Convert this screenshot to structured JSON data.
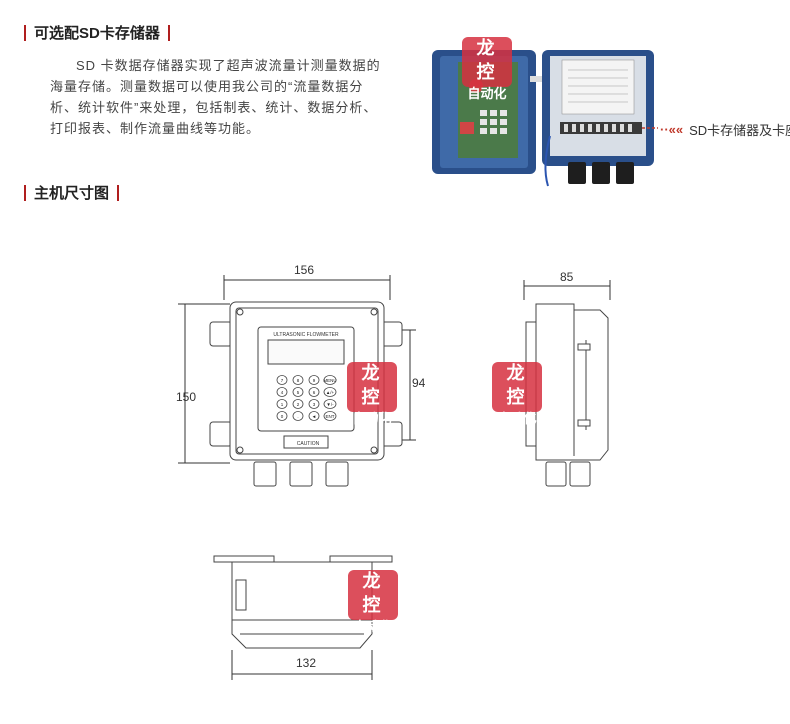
{
  "section1": {
    "title": "可选配SD卡存储器"
  },
  "section2": {
    "title": "主机尺寸图"
  },
  "description": "SD 卡数据存储器实现了超声波流量计测量数据的海量存储。测量数据可以使用我公司的“流量数据分析、统计软件”来处理，包括制表、统计、数据分析、打印报表、制作流量曲线等功能。",
  "callout": {
    "label": "SD卡存储器及卡座"
  },
  "dimensions": {
    "front_width": "156",
    "front_height": "150",
    "front_inner_height": "94",
    "side_depth": "85",
    "bottom_width": "132"
  },
  "device": {
    "panel_label": "ULTRASONIC FLOWMETER",
    "caution_label": "CAUTION"
  },
  "keypad": [
    "7",
    "8",
    "9",
    "MENU",
    "4",
    "5",
    "6",
    "▲/+",
    "1",
    "2",
    "3",
    "▼/-",
    "0",
    ".",
    "◄",
    "ENT"
  ],
  "watermark": {
    "line1": "龙 控",
    "line2": "自动化"
  },
  "colors": {
    "accent": "#b01e1e",
    "stamp": "#d63040",
    "enclosure_blue": "#2a4f8a"
  }
}
